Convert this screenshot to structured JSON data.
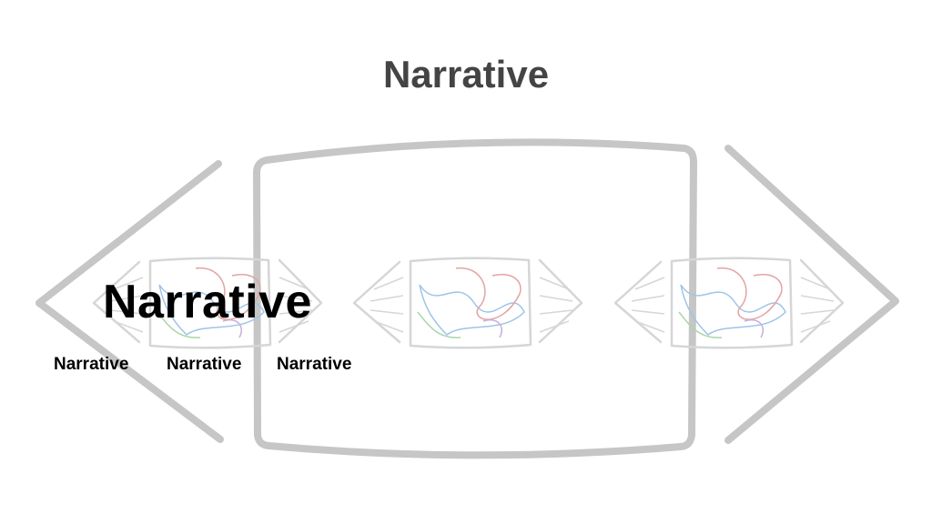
{
  "title": "Narrative",
  "big_word": "Narrative",
  "small_words": [
    "Narrative",
    "Narrative",
    "Narrative"
  ],
  "colors": {
    "frame": "#c6c6c6",
    "mini_frame": "#d6d6d6",
    "title": "#444444",
    "scribble_blue": "#9ec4e8",
    "scribble_red": "#e3a4a4",
    "scribble_green": "#a8d6a8",
    "scribble_purple": "#c4b0dc"
  }
}
